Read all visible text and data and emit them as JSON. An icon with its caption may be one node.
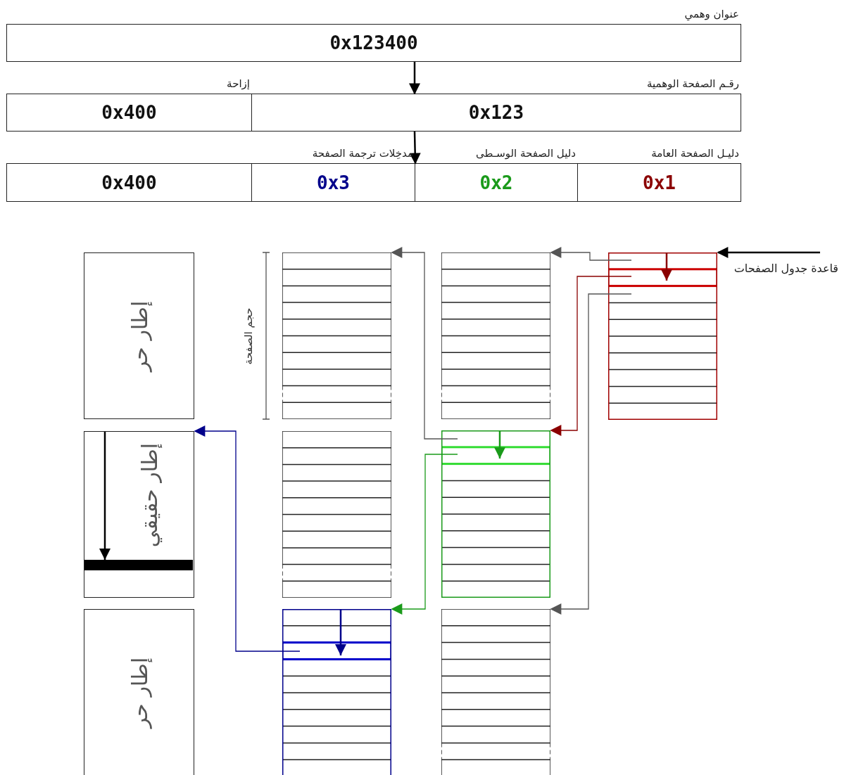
{
  "diagram": {
    "nodes": [
      {
        "text": [
          "عنوان وهمي",
          "0x123400"
        ]
      },
      {
        "text": [
          "إزاحة",
          "0x400"
        ]
      },
      {
        "text": [
          "رقـم الصفحة الوهمية",
          "0x123"
        ]
      },
      {
        "text": [
          "0x400"
        ]
      },
      {
        "text": [
          "مدخِلات ترجمة الصفحة",
          "0x3"
        ]
      },
      {
        "text": [
          "دليل الصفحة الوسـطى",
          "0x2"
        ]
      },
      {
        "text": [
          "دليـل الصفحة العامة",
          "0x1"
        ]
      },
      {
        "text": [
          "إطار حر"
        ]
      },
      {
        "text": [
          "إطار حقيقي"
        ]
      },
      {
        "text": [
          "إطار حر"
        ]
      },
      {
        "text": [],
        "shape": "box"
      },
      {
        "text": [],
        "shape": "box"
      },
      {
        "text": [],
        "shape": "box"
      },
      {
        "text": [],
        "shape": "box"
      },
      {
        "text": [],
        "shape": "box"
      },
      {
        "text": [],
        "shape": "box"
      },
      {
        "text": [],
        "shape": "box",
        "beside": [
          "قاعدة جدول الصفحات"
        ]
      }
    ],
    "edges": [
      {
        "from": 0,
        "to": 2,
        "arrow": "to"
      },
      {
        "from": 2,
        "to": 4,
        "arrow": "to"
      },
      {
        "from": null,
        "to": 16,
        "arrow": "to"
      },
      {
        "from": 16,
        "to": 13,
        "arrow": "to",
        "color": "#555555"
      },
      {
        "from": 16,
        "to": 14,
        "arrow": "to",
        "color": "#8b0000"
      },
      {
        "from": 16,
        "to": 15,
        "arrow": "to",
        "color": "#555555"
      },
      {
        "from": 14,
        "to": 10,
        "arrow": "to",
        "color": "#555555"
      },
      {
        "from": 14,
        "to": 12,
        "arrow": "to",
        "color": "#1a9a1a"
      },
      {
        "from": 12,
        "to": 8,
        "arrow": "to",
        "color": "#00008b"
      }
    ],
    "labels": [
      "حجم الصفحة"
    ]
  }
}
